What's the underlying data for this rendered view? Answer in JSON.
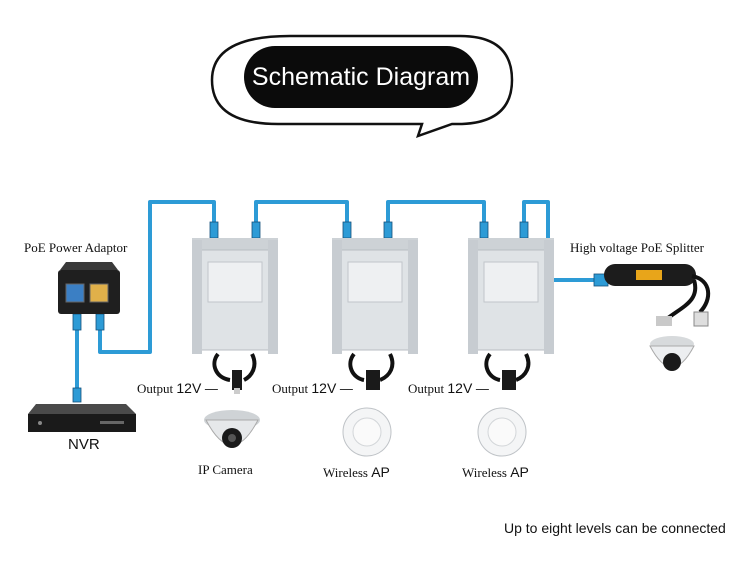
{
  "title": "Schematic Diagram",
  "labels": {
    "poe_adaptor": "PoE Power Adaptor",
    "nvr": "NVR",
    "splitter": "High voltage PoE Splitter",
    "output_prefix": "Output",
    "output_voltage": "12V",
    "ip_camera": "IP Camera",
    "wireless_ap_1_prefix": "Wireless",
    "wireless_ap_1_suffix": "AP",
    "wireless_ap_2_prefix": "Wireless",
    "wireless_ap_2_suffix": "AP",
    "footer": "Up to eight levels can be connected"
  },
  "colors": {
    "cable": "#2d9bd6",
    "device_body": "#dfe3e6",
    "title_bg": "#0b0b0b"
  }
}
